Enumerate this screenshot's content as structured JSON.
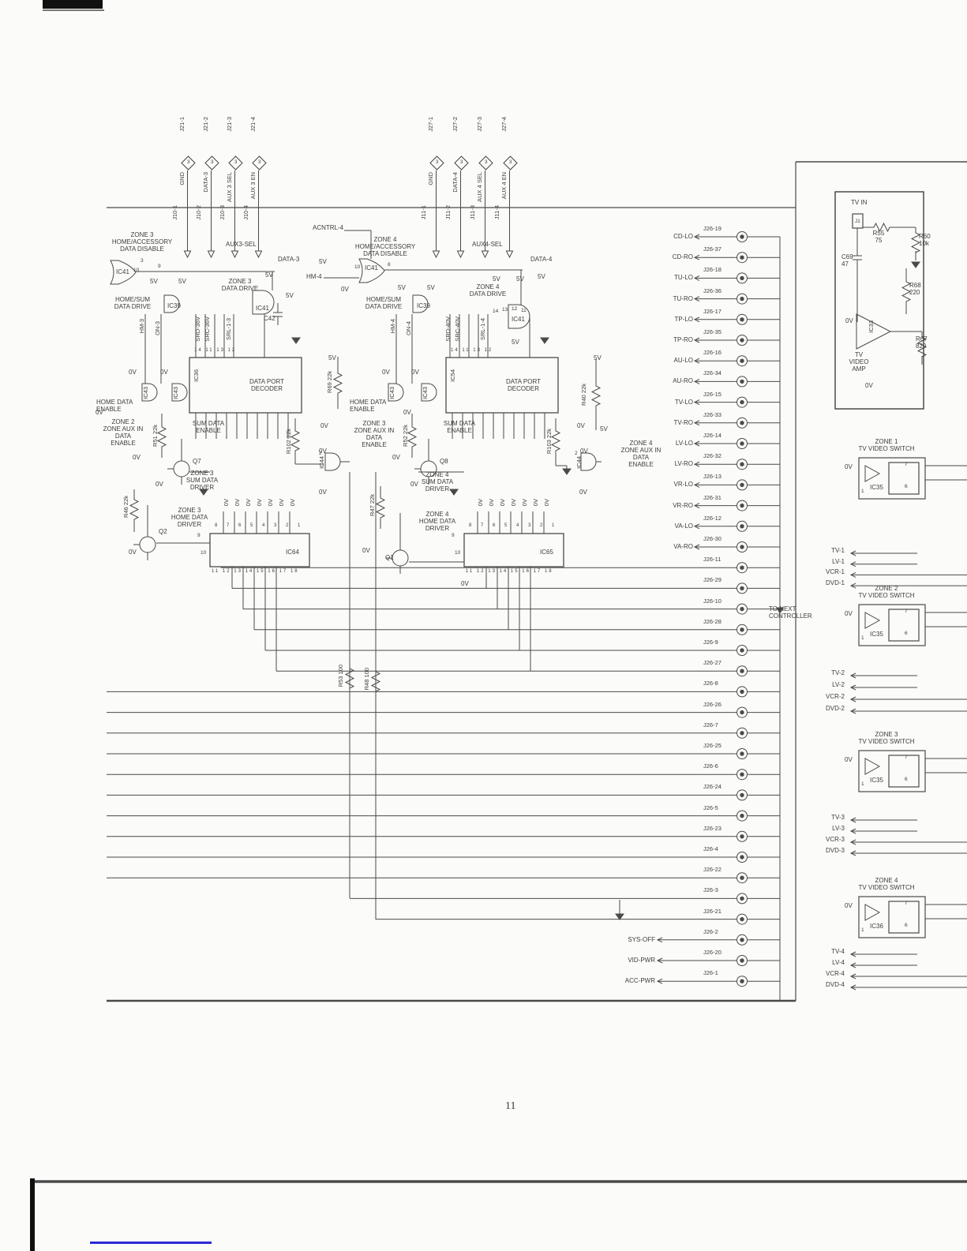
{
  "page": {
    "number": "11"
  },
  "volt": {
    "v5": "5V",
    "v0": "0V"
  },
  "top_connectors": {
    "group3": {
      "pins": [
        {
          "top": "J21-1",
          "diamond": "3",
          "signal": "GND",
          "bottom": "J10-1"
        },
        {
          "top": "J21-2",
          "diamond": "3",
          "signal": "DATA-3",
          "bottom": "J10-2"
        },
        {
          "top": "J21-3",
          "diamond": "3",
          "signal": "AUX 3 SEL",
          "bottom": "J10-3"
        },
        {
          "top": "J21-4",
          "diamond": "3",
          "signal": "AUX 3 EN",
          "bottom": "J10-4"
        }
      ]
    },
    "group4": {
      "pins": [
        {
          "top": "J27-1",
          "diamond": "3",
          "signal": "GND",
          "bottom": "J11-1"
        },
        {
          "top": "J27-2",
          "diamond": "3",
          "signal": "DATA-4",
          "bottom": "J11-2"
        },
        {
          "top": "J27-3",
          "diamond": "3",
          "signal": "AUX 4 SEL",
          "bottom": "J11-3"
        },
        {
          "top": "J27-4",
          "diamond": "3",
          "signal": "AUX 4 EN",
          "bottom": "J11-4"
        }
      ]
    }
  },
  "z3": {
    "disable_title": "ZONE 3\nHOME/ACCESSORY\nDATA DISABLE",
    "ic41a": "IC41",
    "aux_sel": "AUX3-SEL",
    "data_sig": "DATA-3",
    "data_drive": "ZONE 3\nDATA DRIVE",
    "home_sum_drive": "HOME/SUM\nDATA DRIVE",
    "ic39": "IC39",
    "ic41b": "IC41",
    "c42": "C42",
    "hm": "HM-3",
    "on": "ON-3",
    "srd": "SRD-36V",
    "src": "SRC-36V",
    "srl": "SRL-1-3",
    "ic36": "IC36",
    "decoder": "DATA PORT\nDECODER",
    "ic43a": "IC43",
    "ic43b": "IC43",
    "home_data_enable": "HOME DATA\nENABLE",
    "zone_aux_enable": "ZONE 2\nZONE AUX IN\nDATA\nENABLE",
    "r51": "R51 22k",
    "sum_data_enable": "SUM DATA\nENABLE",
    "r102": "R102 22k",
    "r69": "R69 22k",
    "ic44": "IC44",
    "q7": "Q7",
    "sum_driver": "ZONE 3\nSUM DATA\nDRIVER",
    "r46": "R46 22k",
    "home_driver": "ZONE 3\nHOME DATA\nDRIVER",
    "q2": "Q2",
    "ic64": "IC64"
  },
  "z4": {
    "acntrl": "ACNTRL-4",
    "disable_title": "ZONE 4\nHOME/ACCESSORY\nDATA DISABLE",
    "ic41a": "IC41",
    "aux_sel": "AUX4-SEL",
    "data_sig": "DATA-4",
    "hm_h": "HM-4",
    "data_drive": "ZONE 4\nDATA DRIVE",
    "home_sum_drive": "HOME/SUM\nDATA DRIVE",
    "ic39": "IC39",
    "ic41b": "IC41",
    "hm": "HM-4",
    "on": "ON-4",
    "srd": "SRD-40V",
    "src": "SRC-40V",
    "srl": "SRL-1-4",
    "ic54": "IC54",
    "decoder": "DATA PORT\nDECODER",
    "ic43a": "IC43",
    "ic43b": "IC43",
    "home_data_enable": "HOME DATA\nENABLE",
    "zone_aux_enable": "ZONE 3\nZONE AUX IN\nDATA\nENABLE",
    "r52": "R52 22k",
    "sum_data_enable": "SUM DATA\nENABLE",
    "r103": "R103 22k",
    "r40": "R40 22k",
    "zone4_aux_enable": "ZONE 4\nZONE AUX IN\nDATA\nENABLE",
    "ic44": "IC44",
    "q8": "Q8",
    "sum_driver": "ZONE 4\nSUM DATA\nDRIVER",
    "r47": "R47 22k",
    "home_driver": "ZONE 4\nHOME DATA\nDRIVER",
    "q1": "Q1",
    "ic65": "IC65",
    "r53": "R53 100",
    "r48": "R48 100"
  },
  "tvin": {
    "title": "TV IN",
    "j1": "J1",
    "r55": "R55\n75",
    "r60": "R60\n10k",
    "c69": "C69\n47",
    "r68": "R68\n220",
    "ic33": "IC33",
    "amp": "TV\nVIDEO\nAMP",
    "r67": "R67\n820"
  },
  "j26": {
    "to_next": "TO NEXT\nCONTROLLER",
    "rows": [
      {
        "signal": "CD-LO",
        "pin": "J26-19"
      },
      {
        "signal": "CD-RO",
        "pin": "J26-37"
      },
      {
        "signal": "TU-LO",
        "pin": "J26-18"
      },
      {
        "signal": "TU-RO",
        "pin": "J26-36"
      },
      {
        "signal": "TP-LO",
        "pin": "J26-17"
      },
      {
        "signal": "TP-RO",
        "pin": "J26-35"
      },
      {
        "signal": "AU-LO",
        "pin": "J26-16"
      },
      {
        "signal": "AU-RO",
        "pin": "J26-34"
      },
      {
        "signal": "TV-LO",
        "pin": "J26-15"
      },
      {
        "signal": "TV-RO",
        "pin": "J26-33"
      },
      {
        "signal": "LV-LO",
        "pin": "J26-14"
      },
      {
        "signal": "LV-RO",
        "pin": "J26-32"
      },
      {
        "signal": "VR-LO",
        "pin": "J26-13"
      },
      {
        "signal": "VR-RO",
        "pin": "J26-31"
      },
      {
        "signal": "VA-LO",
        "pin": "J26-12"
      },
      {
        "signal": "VA-RO",
        "pin": "J26-30"
      },
      {
        "signal": "",
        "pin": "J26-11"
      },
      {
        "signal": "",
        "pin": "J26-29"
      },
      {
        "signal": "",
        "pin": "J26-10"
      },
      {
        "signal": "",
        "pin": "J26-28"
      },
      {
        "signal": "",
        "pin": "J26-9"
      },
      {
        "signal": "",
        "pin": "J26-27"
      },
      {
        "signal": "",
        "pin": "J26-8"
      },
      {
        "signal": "",
        "pin": "J26-26"
      },
      {
        "signal": "",
        "pin": "J26-7"
      },
      {
        "signal": "",
        "pin": "J26-25"
      },
      {
        "signal": "",
        "pin": "J26-6"
      },
      {
        "signal": "",
        "pin": "J26-24"
      },
      {
        "signal": "",
        "pin": "J26-5"
      },
      {
        "signal": "",
        "pin": "J26-23"
      },
      {
        "signal": "",
        "pin": "J26-4"
      },
      {
        "signal": "",
        "pin": "J26-22"
      },
      {
        "signal": "",
        "pin": "J26-3"
      },
      {
        "signal": "",
        "pin": "J26-21"
      },
      {
        "signal": "SYS-OFF",
        "pin": "J26-2",
        "cls": "pwr"
      },
      {
        "signal": "VID-PWR",
        "pin": "J26-20",
        "cls": "pwr"
      },
      {
        "signal": "ACC-PWR",
        "pin": "J26-1",
        "cls": "pwr"
      }
    ]
  },
  "video_switches": [
    {
      "zone_title": "ZONE 1\nTV VIDEO SWITCH",
      "ic": "IC35",
      "inputs": [
        "TV-1",
        "LV-1",
        "VCR-1",
        "DVD-1"
      ]
    },
    {
      "zone_title": "ZONE 2\nTV VIDEO SWITCH",
      "ic": "IC35",
      "inputs": [
        "TV-2",
        "LV-2",
        "VCR-2",
        "DVD-2"
      ]
    },
    {
      "zone_title": "ZONE 3\nTV VIDEO SWITCH",
      "ic": "IC35",
      "inputs": [
        "TV-3",
        "LV-3",
        "VCR-3",
        "DVD-3"
      ]
    },
    {
      "zone_title": "ZONE 4\nTV VIDEO SWITCH",
      "ic": "IC36",
      "inputs": [
        "TV-4",
        "LV-4",
        "VCR-4",
        "DVD-4"
      ]
    }
  ],
  "pins": {
    "p1": "1",
    "p2": "2",
    "p3": "3",
    "p6": "6",
    "p7": "7",
    "p8": "8",
    "p9": "9",
    "p10": "10",
    "p11": "11",
    "p12": "12",
    "p13": "13",
    "p14": "14",
    "dec_top": "14 11 13 12",
    "ic_top": "8 7 6 5 4 3 2 1",
    "ic_bottom": "11 12 13 14 15 16 17 18"
  }
}
